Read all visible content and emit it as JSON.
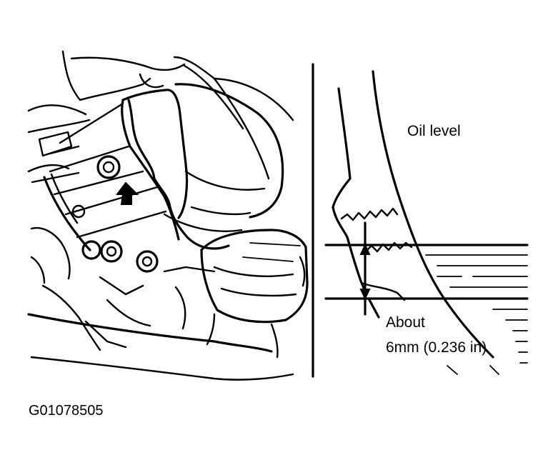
{
  "labels": {
    "oil_level": "Oil level",
    "distance_line1": "About",
    "distance_line2": "6mm (0.236 in)"
  },
  "figure_id": "G01078505",
  "colors": {
    "ink": "#000000",
    "background": "#ffffff"
  }
}
